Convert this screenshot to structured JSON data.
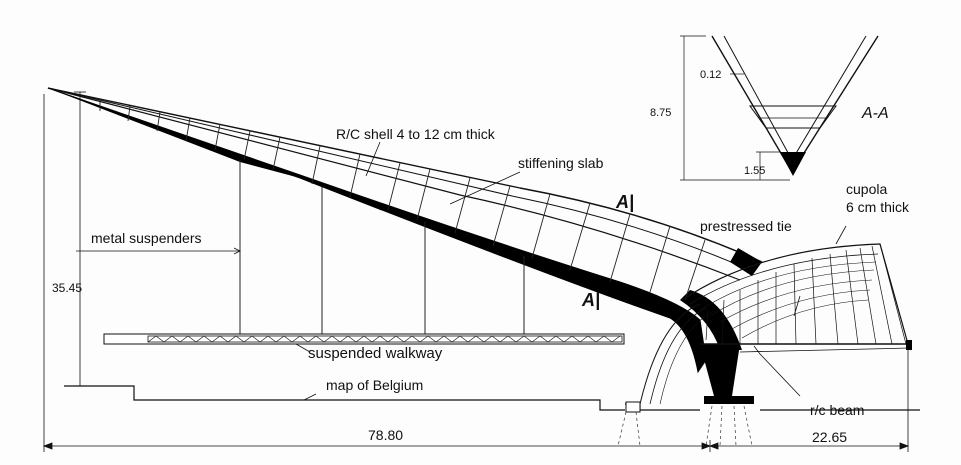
{
  "labels": {
    "shell": "R/C shell 4 to 12 cm thick",
    "stiffening_slab": "stiffening slab",
    "metal_suspenders": "metal suspenders",
    "height": "35.45",
    "walkway": "suspended walkway",
    "map": "map of Belgium",
    "section_mark_upper": "A|",
    "section_mark_lower": "A|",
    "prestressed_tie": "prestressed tie",
    "cupola_line1": "cupola",
    "cupola_line2": "6 cm thick",
    "rc_beam": "r/c beam",
    "span_left": "78.80",
    "span_right": "22.65"
  },
  "section_aa": {
    "title": "A-A",
    "height": "8.75",
    "thickness": "0.12",
    "bottom": "1.55"
  }
}
